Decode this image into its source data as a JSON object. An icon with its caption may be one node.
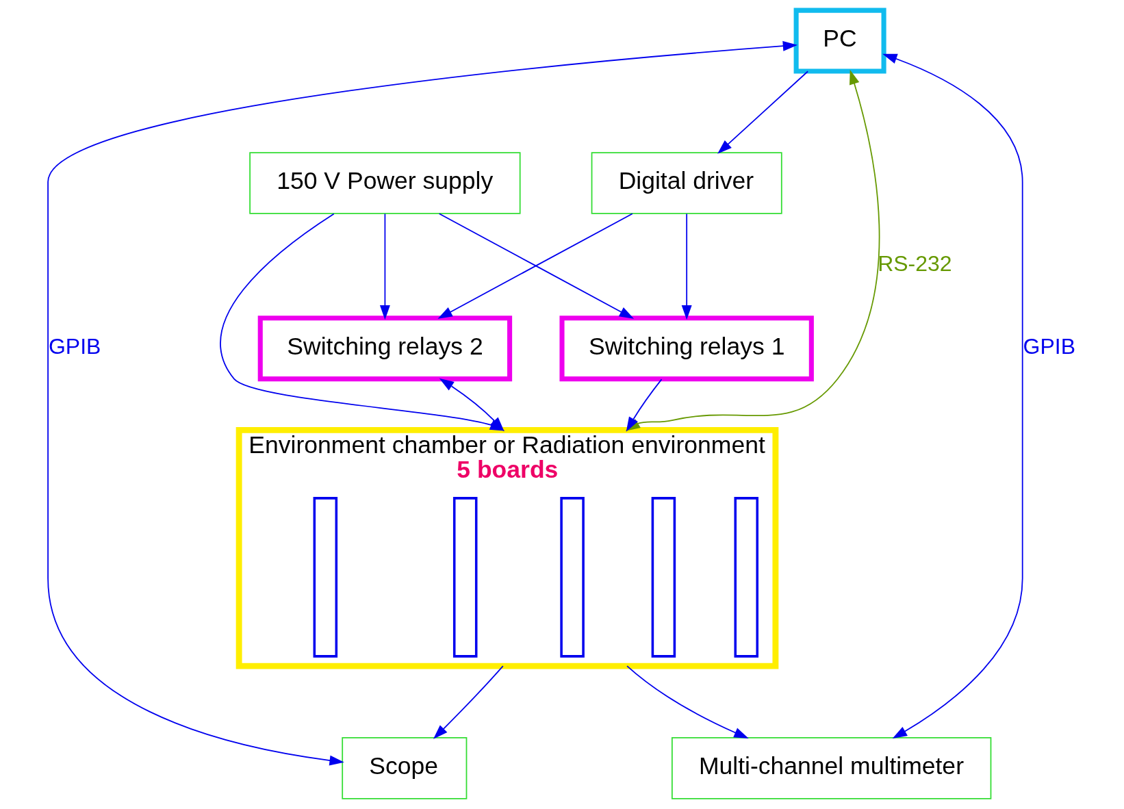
{
  "diagram": {
    "nodes": [
      {
        "text": [
          "Digital driver"
        ]
      },
      {
        "text": [
          "150 V Power supply"
        ]
      },
      {
        "text": [
          "Environment chamber or Radiation environment",
          "5 boards"
        ]
      },
      {
        "text": [],
        "shape": "bar",
        "in": 2
      },
      {
        "text": [],
        "shape": "bar",
        "in": 2
      },
      {
        "text": [],
        "shape": "bar",
        "in": 2
      },
      {
        "text": [],
        "shape": "bar",
        "in": 2
      },
      {
        "text": [],
        "shape": "bar",
        "in": 2
      },
      {
        "text": [
          "PC"
        ]
      },
      {
        "text": [
          "Switching relays 1"
        ]
      },
      {
        "text": [
          "Switching relays 2"
        ]
      },
      {
        "text": [
          "Scope"
        ]
      },
      {
        "text": [
          "Multi-channel multimeter"
        ]
      }
    ],
    "edges": [
      {
        "from": 8,
        "to": 2,
        "arrow": "both",
        "label": "RS-232",
        "color": "#669900"
      },
      {
        "from": 8,
        "to": 0,
        "arrow": "to"
      },
      {
        "from": 0,
        "to": 9,
        "arrow": "to"
      },
      {
        "from": 0,
        "to": 10,
        "arrow": "to"
      },
      {
        "from": 1,
        "to": 9,
        "arrow": "to"
      },
      {
        "from": 1,
        "to": 10,
        "arrow": "to"
      },
      {
        "from": 1,
        "to": 2,
        "arrow": "to"
      },
      {
        "from": 9,
        "to": 2,
        "arrow": "to"
      },
      {
        "from": 10,
        "to": 2,
        "arrow": "both"
      },
      {
        "from": 8,
        "to": 12,
        "arrow": "both",
        "label": "GPIB"
      },
      {
        "from": 8,
        "to": 11,
        "arrow": "both",
        "label": "GPIB"
      },
      {
        "from": 2,
        "to": 12,
        "arrow": "to"
      },
      {
        "from": 2,
        "to": 11,
        "arrow": "to"
      }
    ]
  }
}
